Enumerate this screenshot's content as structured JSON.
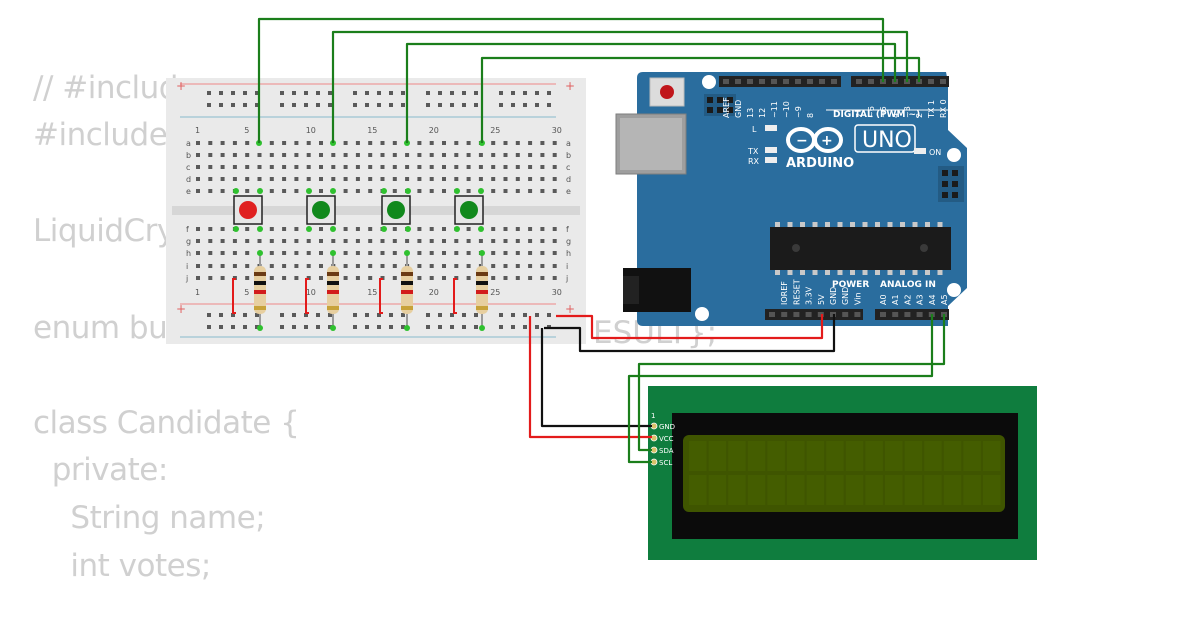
{
  "code_lines": [
    "// #include",
    "#include",
    "",
    "LiquidCry",
    "",
    "enum bu",
    "",
    "class Candidate {",
    "  private:",
    "    String name;",
    "    int votes;"
  ],
  "code_overlap_fragment": "ESULT};",
  "breadboard": {
    "column_labels_top": [
      "1",
      "5",
      "10",
      "15",
      "20",
      "25",
      "30"
    ],
    "column_labels_bottom": [
      "1",
      "5",
      "10",
      "15",
      "20",
      "25",
      "30"
    ],
    "row_labels_top": [
      "a",
      "b",
      "c",
      "d",
      "e"
    ],
    "row_labels_bottom": [
      "f",
      "g",
      "h",
      "i",
      "j"
    ],
    "rail_plus": "+",
    "buttons": [
      {
        "color": "#e02020"
      },
      {
        "color": "#11891c"
      },
      {
        "color": "#11891c"
      },
      {
        "color": "#11891c"
      }
    ],
    "resistor_count": 4
  },
  "arduino": {
    "brand": "ARDUINO",
    "model": "UNO",
    "digital_header_label": "DIGITAL (PWM ~)",
    "digital_pins": [
      "AREF",
      "GND",
      "13",
      "12",
      "~11",
      "~10",
      "~9",
      "8",
      "7",
      "~6",
      "~5",
      "4",
      "~3",
      "2",
      "TX 1",
      "RX 0"
    ],
    "power_label": "POWER",
    "power_pins": [
      "IOREF",
      "RESET",
      "3.3V",
      "5V",
      "GND",
      "GND",
      "Vin"
    ],
    "analog_label": "ANALOG IN",
    "analog_pins": [
      "A0",
      "A1",
      "A2",
      "A3",
      "A4",
      "A5"
    ],
    "led_labels": [
      "L",
      "TX",
      "RX",
      "ON"
    ]
  },
  "lcd": {
    "pins": [
      "GND",
      "VCC",
      "SDA",
      "SCL"
    ],
    "pin1_marker": "1"
  },
  "colors": {
    "wire_green": "#1b7e1b",
    "wire_red": "#e31b1b",
    "wire_black": "#111111",
    "arduino_blue": "#2a6d9e",
    "lcd_pcb": "#0f7d3e",
    "lcd_screen": "#3f5500"
  }
}
